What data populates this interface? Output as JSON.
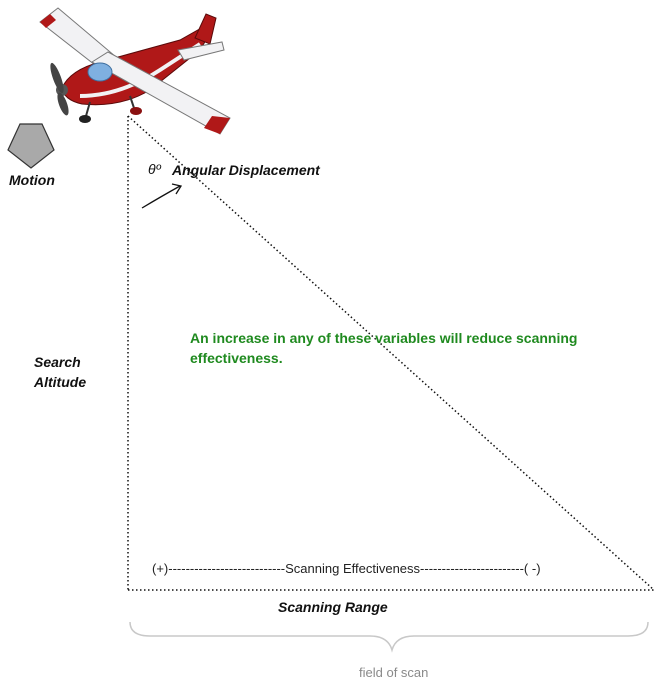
{
  "labels": {
    "motion": "Motion",
    "theta": "θº",
    "angular_displacement": "Angular Displacement",
    "search_altitude_line1": "Search",
    "search_altitude_line2": "Altitude",
    "note": "An increase in any of these variables will reduce scanning effectiveness.",
    "effectiveness_scale": "(+)---------------------------Scanning Effectiveness------------------------( -)",
    "scanning_range": "Scanning Range",
    "field_of_scan": "field of scan"
  },
  "colors": {
    "note_text": "#1f8a1f",
    "plane_body": "#b01818",
    "plane_wing": "#f2f2f4",
    "canopy": "#7fb0e0",
    "motion_arrow": "#a9a9a9",
    "brace": "#c8c8c8"
  }
}
